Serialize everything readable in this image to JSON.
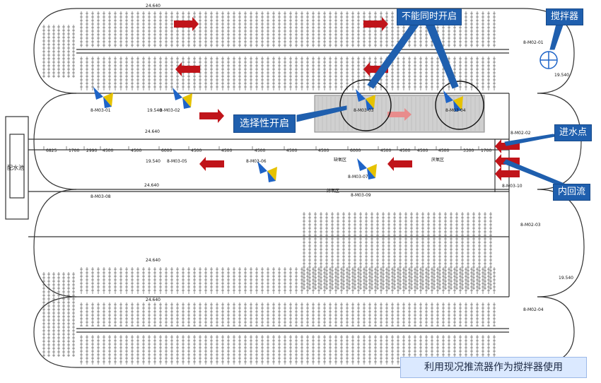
{
  "callouts": {
    "cannot_open_simultaneously": "不能同时开启",
    "mixer": "搅拌器",
    "selective_open": "选择性开启",
    "water_inlet": "进水点",
    "internal_reflux": "内回流"
  },
  "bottom_note": "利用现况推流器作为搅拌器使用",
  "drawing_labels": {
    "level_label": "24.640",
    "level_label_2": "19.540",
    "dim_labels": [
      "6825",
      "1700",
      "2990",
      "4500",
      "4500",
      "6000",
      "4500",
      "4500",
      "4500",
      "4500",
      "4500",
      "6000",
      "4500",
      "4500",
      "4500",
      "4500",
      "3300",
      "1700"
    ],
    "equip_tags": [
      "8-M03-01",
      "8-M03-02",
      "8-M03-03",
      "8-M03-04",
      "8-M03-05",
      "8-M03-06",
      "8-M03-07",
      "8-M03-08",
      "8-M03-09",
      "8-M03-10"
    ],
    "zone_1": "缺氧区",
    "zone_2": "好氧区",
    "zone_3": "厌氧区",
    "inlet_tag": "8-M02-01",
    "inlet_tag_2": "8-M02-02",
    "inlet_tag_3": "8-M02-03",
    "inlet_tag_4": "8-M02-04",
    "left_structure": "配水池"
  },
  "colors": {
    "callout_bg": "#1f5fae",
    "arrow_red": "#c0141a",
    "propeller_blue": "#1e64c8",
    "propeller_yellow": "#e6c200",
    "highlight_gray": "#c8c8c8",
    "line": "#333333"
  }
}
